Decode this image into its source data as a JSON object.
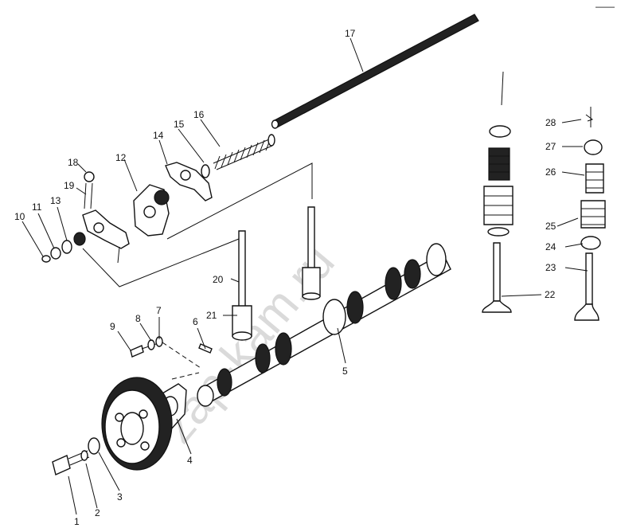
{
  "watermark": "zap-kam.ru",
  "corner_mark": "——",
  "callouts": [
    {
      "id": "1",
      "text": "1"
    },
    {
      "id": "2",
      "text": "2"
    },
    {
      "id": "3",
      "text": "3"
    },
    {
      "id": "4",
      "text": "4"
    },
    {
      "id": "5",
      "text": "5"
    },
    {
      "id": "6",
      "text": "6"
    },
    {
      "id": "7",
      "text": "7"
    },
    {
      "id": "8",
      "text": "8"
    },
    {
      "id": "9",
      "text": "9"
    },
    {
      "id": "10",
      "text": "10"
    },
    {
      "id": "11",
      "text": "11"
    },
    {
      "id": "12",
      "text": "12"
    },
    {
      "id": "13",
      "text": "13"
    },
    {
      "id": "14",
      "text": "14"
    },
    {
      "id": "15",
      "text": "15"
    },
    {
      "id": "16",
      "text": "16"
    },
    {
      "id": "17",
      "text": "17"
    },
    {
      "id": "18",
      "text": "18"
    },
    {
      "id": "19",
      "text": "19"
    },
    {
      "id": "20",
      "text": "20"
    },
    {
      "id": "21",
      "text": "21"
    },
    {
      "id": "22",
      "text": "22"
    },
    {
      "id": "23",
      "text": "23"
    },
    {
      "id": "24",
      "text": "24"
    },
    {
      "id": "25",
      "text": "25"
    },
    {
      "id": "26",
      "text": "26"
    },
    {
      "id": "27",
      "text": "27"
    },
    {
      "id": "28",
      "text": "28"
    }
  ]
}
